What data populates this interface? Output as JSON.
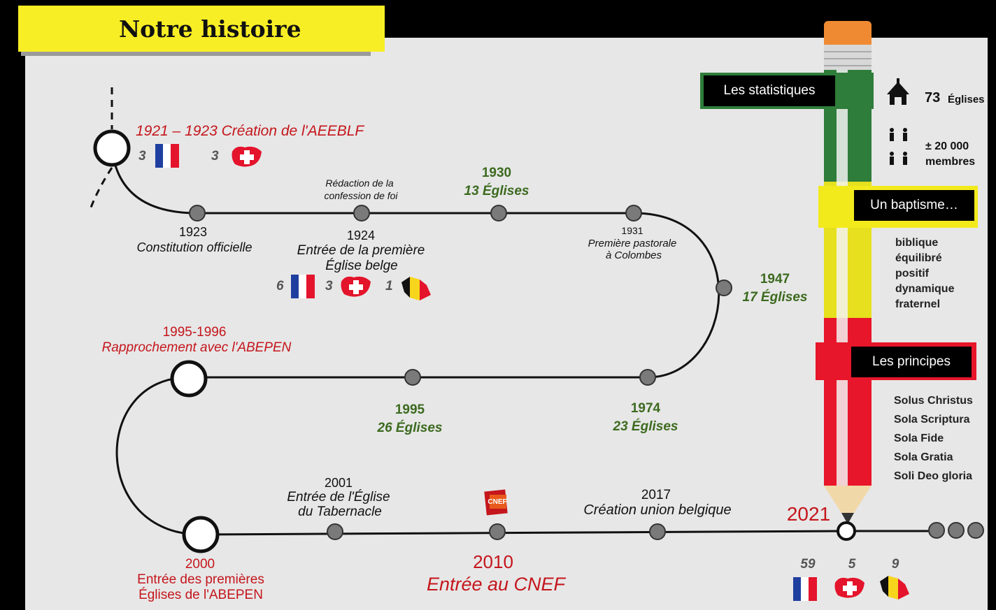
{
  "title": "Notre histoire",
  "colors": {
    "red": "#c4161c",
    "green": "#3c6a1f",
    "yellow": "#f8ee25",
    "panel": "#e7e7e7"
  },
  "events": {
    "e1921": {
      "title": "1921 –  1923  Création de l'AEEBLF",
      "fr": "3",
      "ch": "3"
    },
    "e1923": {
      "year": "1923",
      "text": "Constitution officielle"
    },
    "redaction": {
      "line1": "Rédaction de la",
      "line2": "confession de foi"
    },
    "e1924": {
      "year": "1924",
      "line1": "Entrée de la première",
      "line2": "Église belge",
      "fr": "6",
      "ch": "3",
      "be": "1"
    },
    "e1930": {
      "year": "1930",
      "text": "13 Églises"
    },
    "e1931": {
      "year": "1931",
      "line1": "Première pastorale",
      "line2": "à Colombes"
    },
    "e1947": {
      "year": "1947",
      "text": "17 Églises"
    },
    "e1974": {
      "year": "1974",
      "text": "23 Églises"
    },
    "e1995": {
      "year": "1995",
      "text": "26 Églises"
    },
    "e1995b": {
      "year": "1995-1996",
      "text": "Rapprochement avec l'ABEPEN"
    },
    "e2000": {
      "year": "2000",
      "line1": "Entrée des premières",
      "line2": "Églises de l'ABEPEN"
    },
    "e2001": {
      "year": "2001",
      "line1": "Entrée de l'Église",
      "line2": "du Tabernacle"
    },
    "e2010": {
      "year": "2010",
      "text": "Entrée au CNEF",
      "logo": "CNEF"
    },
    "e2017": {
      "year": "2017",
      "text": "Création union belgique"
    },
    "e2021": {
      "year": "2021",
      "fr": "59",
      "ch": "5",
      "be": "9"
    }
  },
  "stats": {
    "label": "Les statistiques",
    "eglises_num": "73",
    "eglises_label": "Églises",
    "membres_num": "± 20 000",
    "membres_label": "membres",
    "church_icon": "church-icon",
    "people_icon": "people-icon"
  },
  "baptisme": {
    "label": "Un baptisme…",
    "items": [
      "biblique",
      "équilibré",
      "positif",
      "dynamique",
      "fraternel"
    ]
  },
  "principes": {
    "label": "Les principes",
    "items": [
      "Solus Christus",
      "Sola Scriptura",
      "Sola Fide",
      "Sola Gratia",
      "Soli Deo gloria"
    ]
  }
}
